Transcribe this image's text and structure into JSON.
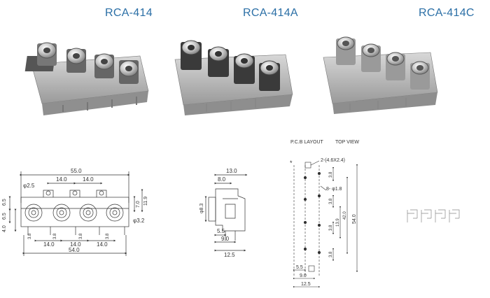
{
  "titles": {
    "model_a": "RCA-414",
    "model_b": "RCA-414A",
    "model_c": "RCA-414C"
  },
  "pcb": {
    "heading": "P.C.B LAYOUT",
    "view": "TOP VIEW",
    "slot": "2-(4.6X2.4)",
    "holes": "8- φ1.8",
    "dims": {
      "d38a": "3.8",
      "d38b": "3.8",
      "d38c": "3.8",
      "d38d": "3.8",
      "d139": "13.9",
      "d420": "42.0",
      "d540": "54.0",
      "d55": "5.5",
      "d90": "9.0",
      "d125": "12.5"
    }
  },
  "front": {
    "w550": "55.0",
    "d140a": "14.0",
    "d140b": "14.0",
    "phi25": "φ2.5",
    "h65": "6.5",
    "h65b": "6.5",
    "h40": "4.0",
    "h70": "7.0",
    "h119": "11.9",
    "phi32": "φ3.2",
    "b140a": "14.0",
    "b140b": "14.0",
    "b140c": "14.0",
    "b38a": "3.8",
    "b38b": "3.8",
    "b38c": "3.8",
    "b38d": "3.8",
    "w540": "54.0"
  },
  "side": {
    "w130": "13.0",
    "w80": "8.0",
    "phi83": "φ8.3",
    "w55": "5.5",
    "w90": "9.0",
    "w125": "12.5"
  }
}
